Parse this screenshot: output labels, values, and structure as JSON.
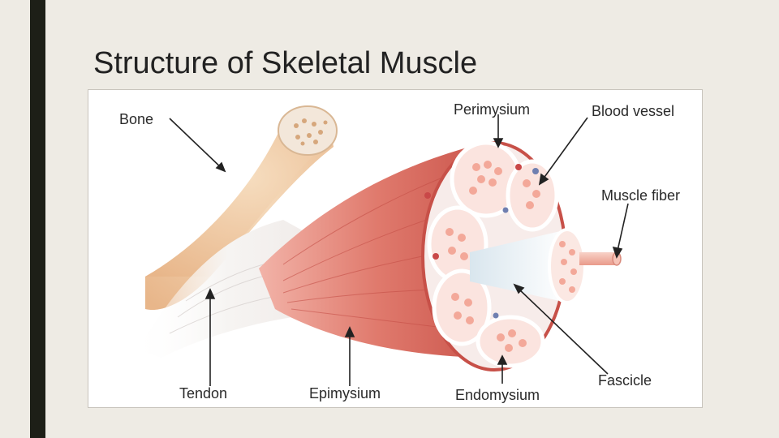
{
  "slide": {
    "title": "Structure of Skeletal Muscle"
  },
  "diagram": {
    "labels": {
      "bone": "Bone",
      "perimysium": "Perimysium",
      "blood_vessel": "Blood vessel",
      "muscle_fiber": "Muscle fiber",
      "tendon": "Tendon",
      "epimysium": "Epimysium",
      "endomysium": "Endomysium",
      "fascicle": "Fascicle"
    },
    "colors": {
      "muscle": "#d9665a",
      "bone": "#f0c9a0",
      "tendon": "#f4f2f0",
      "fiber": "#f3b1a3",
      "membrane": "#ffffff",
      "accent_bar": "#1d1f17"
    }
  }
}
